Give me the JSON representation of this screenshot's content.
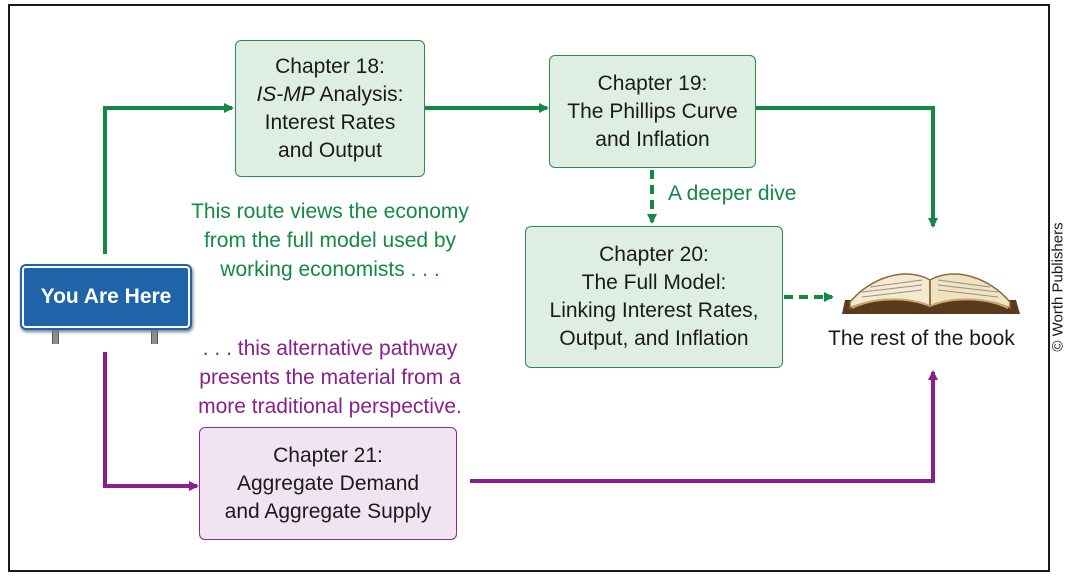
{
  "sign": {
    "label": "You Are Here"
  },
  "chapters": {
    "ch18": {
      "line1": "Chapter 18:",
      "line2_italic": "IS-MP",
      "line2_rest": " Analysis:",
      "line3": "Interest Rates",
      "line4": "and Output"
    },
    "ch19": {
      "line1": "Chapter 19:",
      "line2": "The Phillips Curve",
      "line3": "and Inflation"
    },
    "ch20": {
      "line1": "Chapter 20:",
      "line2": "The Full Model:",
      "line3": "Linking Interest Rates,",
      "line4": "Output, and Inflation"
    },
    "ch21": {
      "line1": "Chapter 21:",
      "line2": "Aggregate Demand",
      "line3": "and Aggregate Supply"
    }
  },
  "notes": {
    "green": [
      "This route views the economy",
      "from the full model used by",
      "working economists . . ."
    ],
    "purple": [
      ". . . this alternative pathway",
      "presents the material from a",
      "more traditional perspective."
    ],
    "deeper_dive": "A deeper dive"
  },
  "destination": {
    "label": "The rest of the book"
  },
  "copyright": "© Worth Publishers",
  "colors": {
    "green": "#138a43",
    "purple": "#8a1f8c",
    "sign_blue": "#1f63a8",
    "green_fill": "#dfeee2",
    "purple_fill": "#f1e3f1"
  },
  "icons": [
    "open-book-icon",
    "road-sign-icon"
  ]
}
